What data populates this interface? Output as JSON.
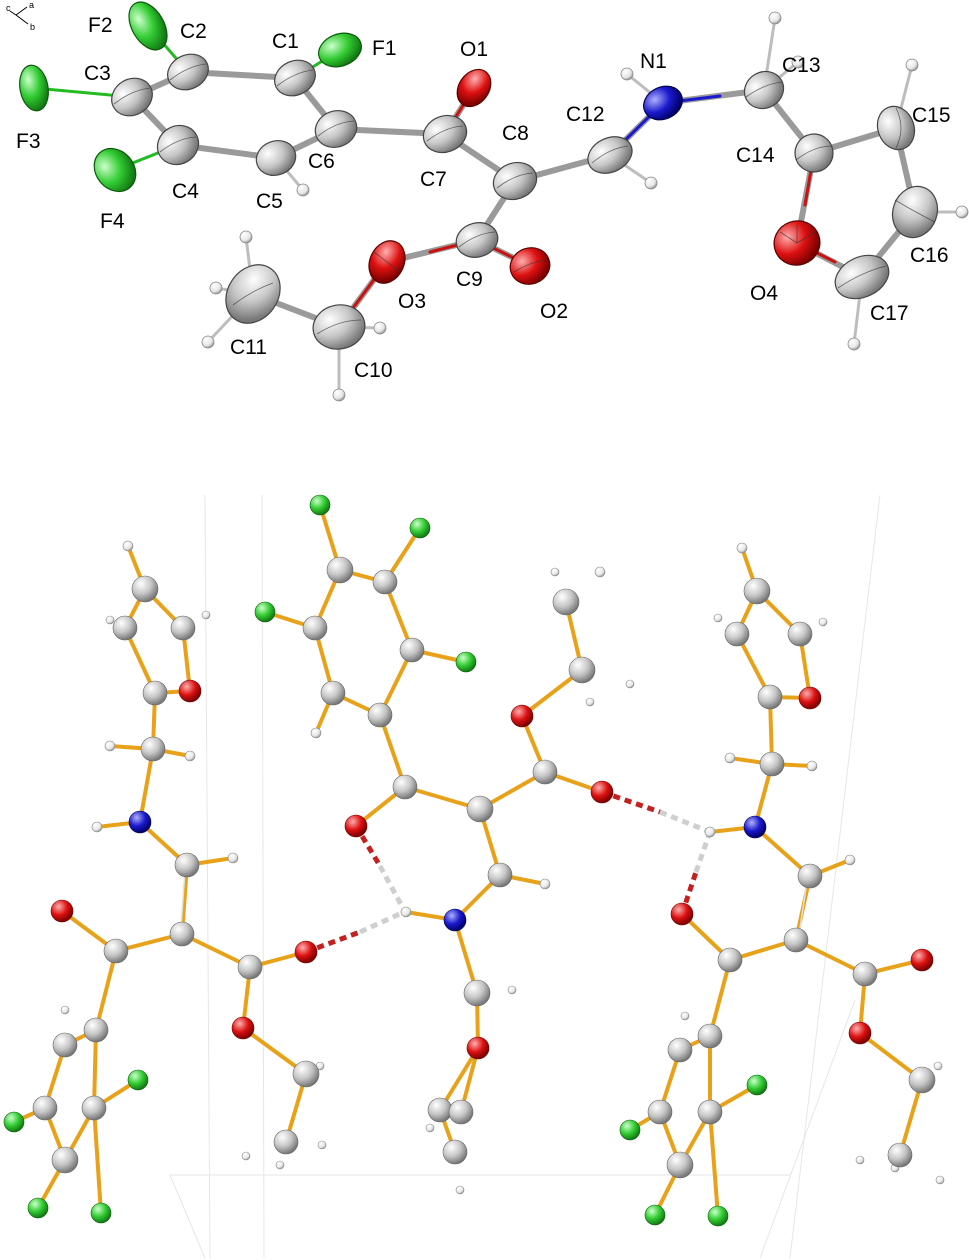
{
  "axis_labels": {
    "c": "c",
    "a": "a",
    "b": "b"
  },
  "atom_labels": [
    "F2",
    "C2",
    "C1",
    "F1",
    "O1",
    "N1",
    "C13",
    "C3",
    "F3",
    "C6",
    "C8",
    "C12",
    "C15",
    "C14",
    "C7",
    "C4",
    "F4",
    "C5",
    "C16",
    "O3",
    "C9",
    "O4",
    "O2",
    "C17",
    "C11",
    "C10"
  ],
  "colors": {
    "carbon": "#c6c6c6",
    "fluorine": "#33cc33",
    "oxygen": "#dd1111",
    "nitrogen": "#1a1acc",
    "hydrogen": "#eeeeee",
    "bond_top": "#9a9a9a",
    "bond_bottom": "#e8a21a",
    "hbond": "#c42020"
  }
}
